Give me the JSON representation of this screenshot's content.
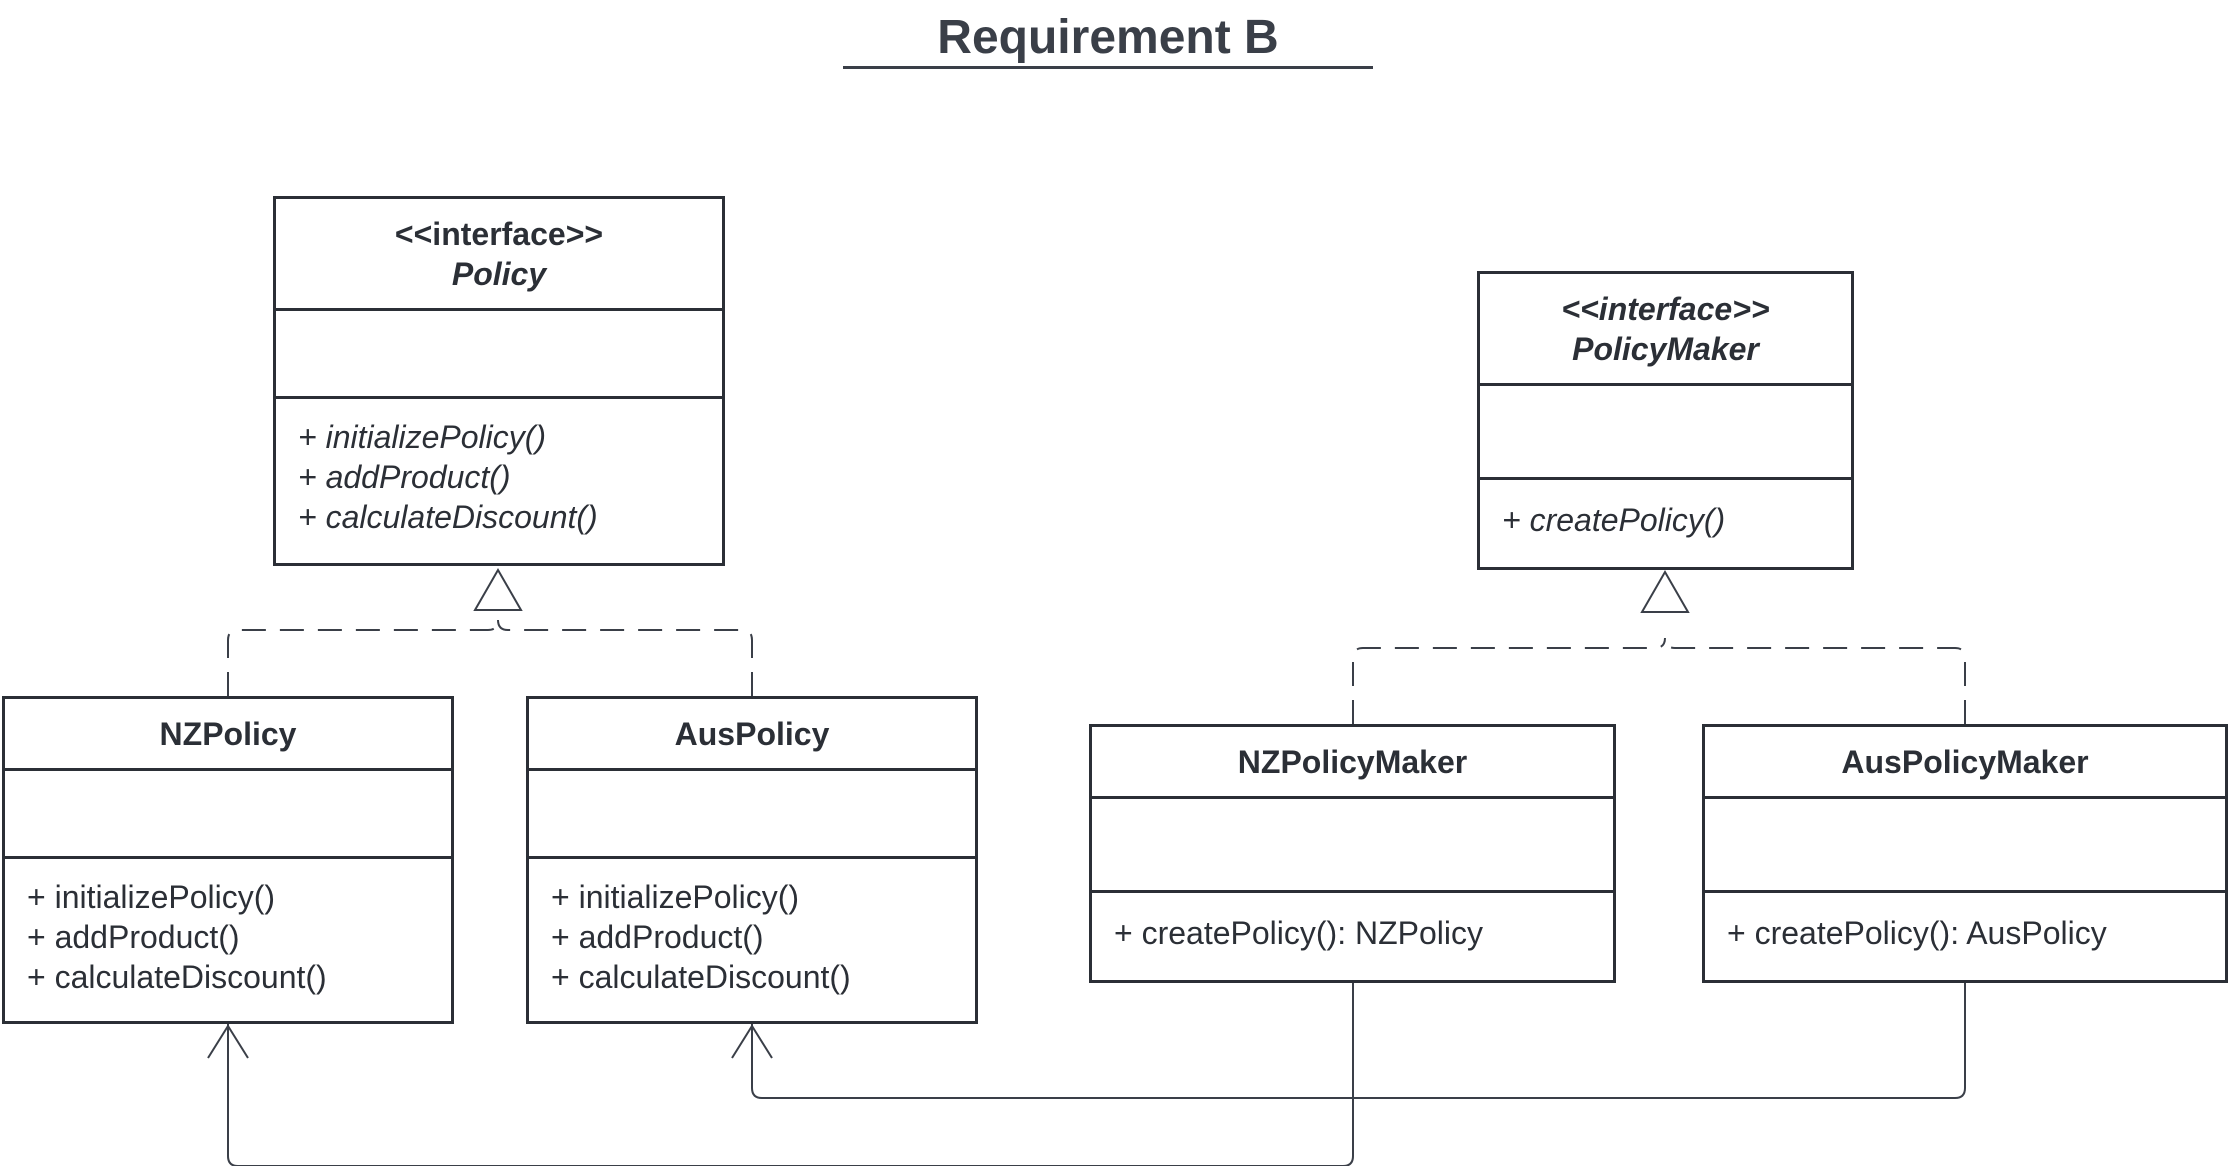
{
  "title": "Requirement B",
  "classes": {
    "policy": {
      "stereotype": "<<interface>>",
      "name": "Policy",
      "operations": [
        "+ initializePolicy()",
        "+ addProduct()",
        "+ calculateDiscount()"
      ]
    },
    "policy_maker": {
      "stereotype": "<<interface>>",
      "name": "PolicyMaker",
      "operations": [
        "+ createPolicy()"
      ]
    },
    "nz_policy": {
      "name": "NZPolicy",
      "operations": [
        "+ initializePolicy()",
        "+ addProduct()",
        "+ calculateDiscount()"
      ]
    },
    "aus_policy": {
      "name": "AusPolicy",
      "operations": [
        "+ initializePolicy()",
        "+ addProduct()",
        "+ calculateDiscount()"
      ]
    },
    "nz_policy_maker": {
      "name": "NZPolicyMaker",
      "operations": [
        "+ createPolicy(): NZPolicy"
      ]
    },
    "aus_policy_maker": {
      "name": "AusPolicyMaker",
      "operations": [
        "+ createPolicy(): AusPolicy"
      ]
    }
  },
  "relationships": [
    {
      "type": "realization",
      "from": "NZPolicy",
      "to": "Policy"
    },
    {
      "type": "realization",
      "from": "AusPolicy",
      "to": "Policy"
    },
    {
      "type": "realization",
      "from": "NZPolicyMaker",
      "to": "PolicyMaker"
    },
    {
      "type": "realization",
      "from": "AusPolicyMaker",
      "to": "PolicyMaker"
    },
    {
      "type": "dependency",
      "from": "NZPolicyMaker",
      "to": "NZPolicy"
    },
    {
      "type": "dependency",
      "from": "AusPolicyMaker",
      "to": "AusPolicy"
    }
  ],
  "colors": {
    "line": "#2b2f36",
    "connector": "#3a3f48",
    "text": "#2b2f36"
  }
}
